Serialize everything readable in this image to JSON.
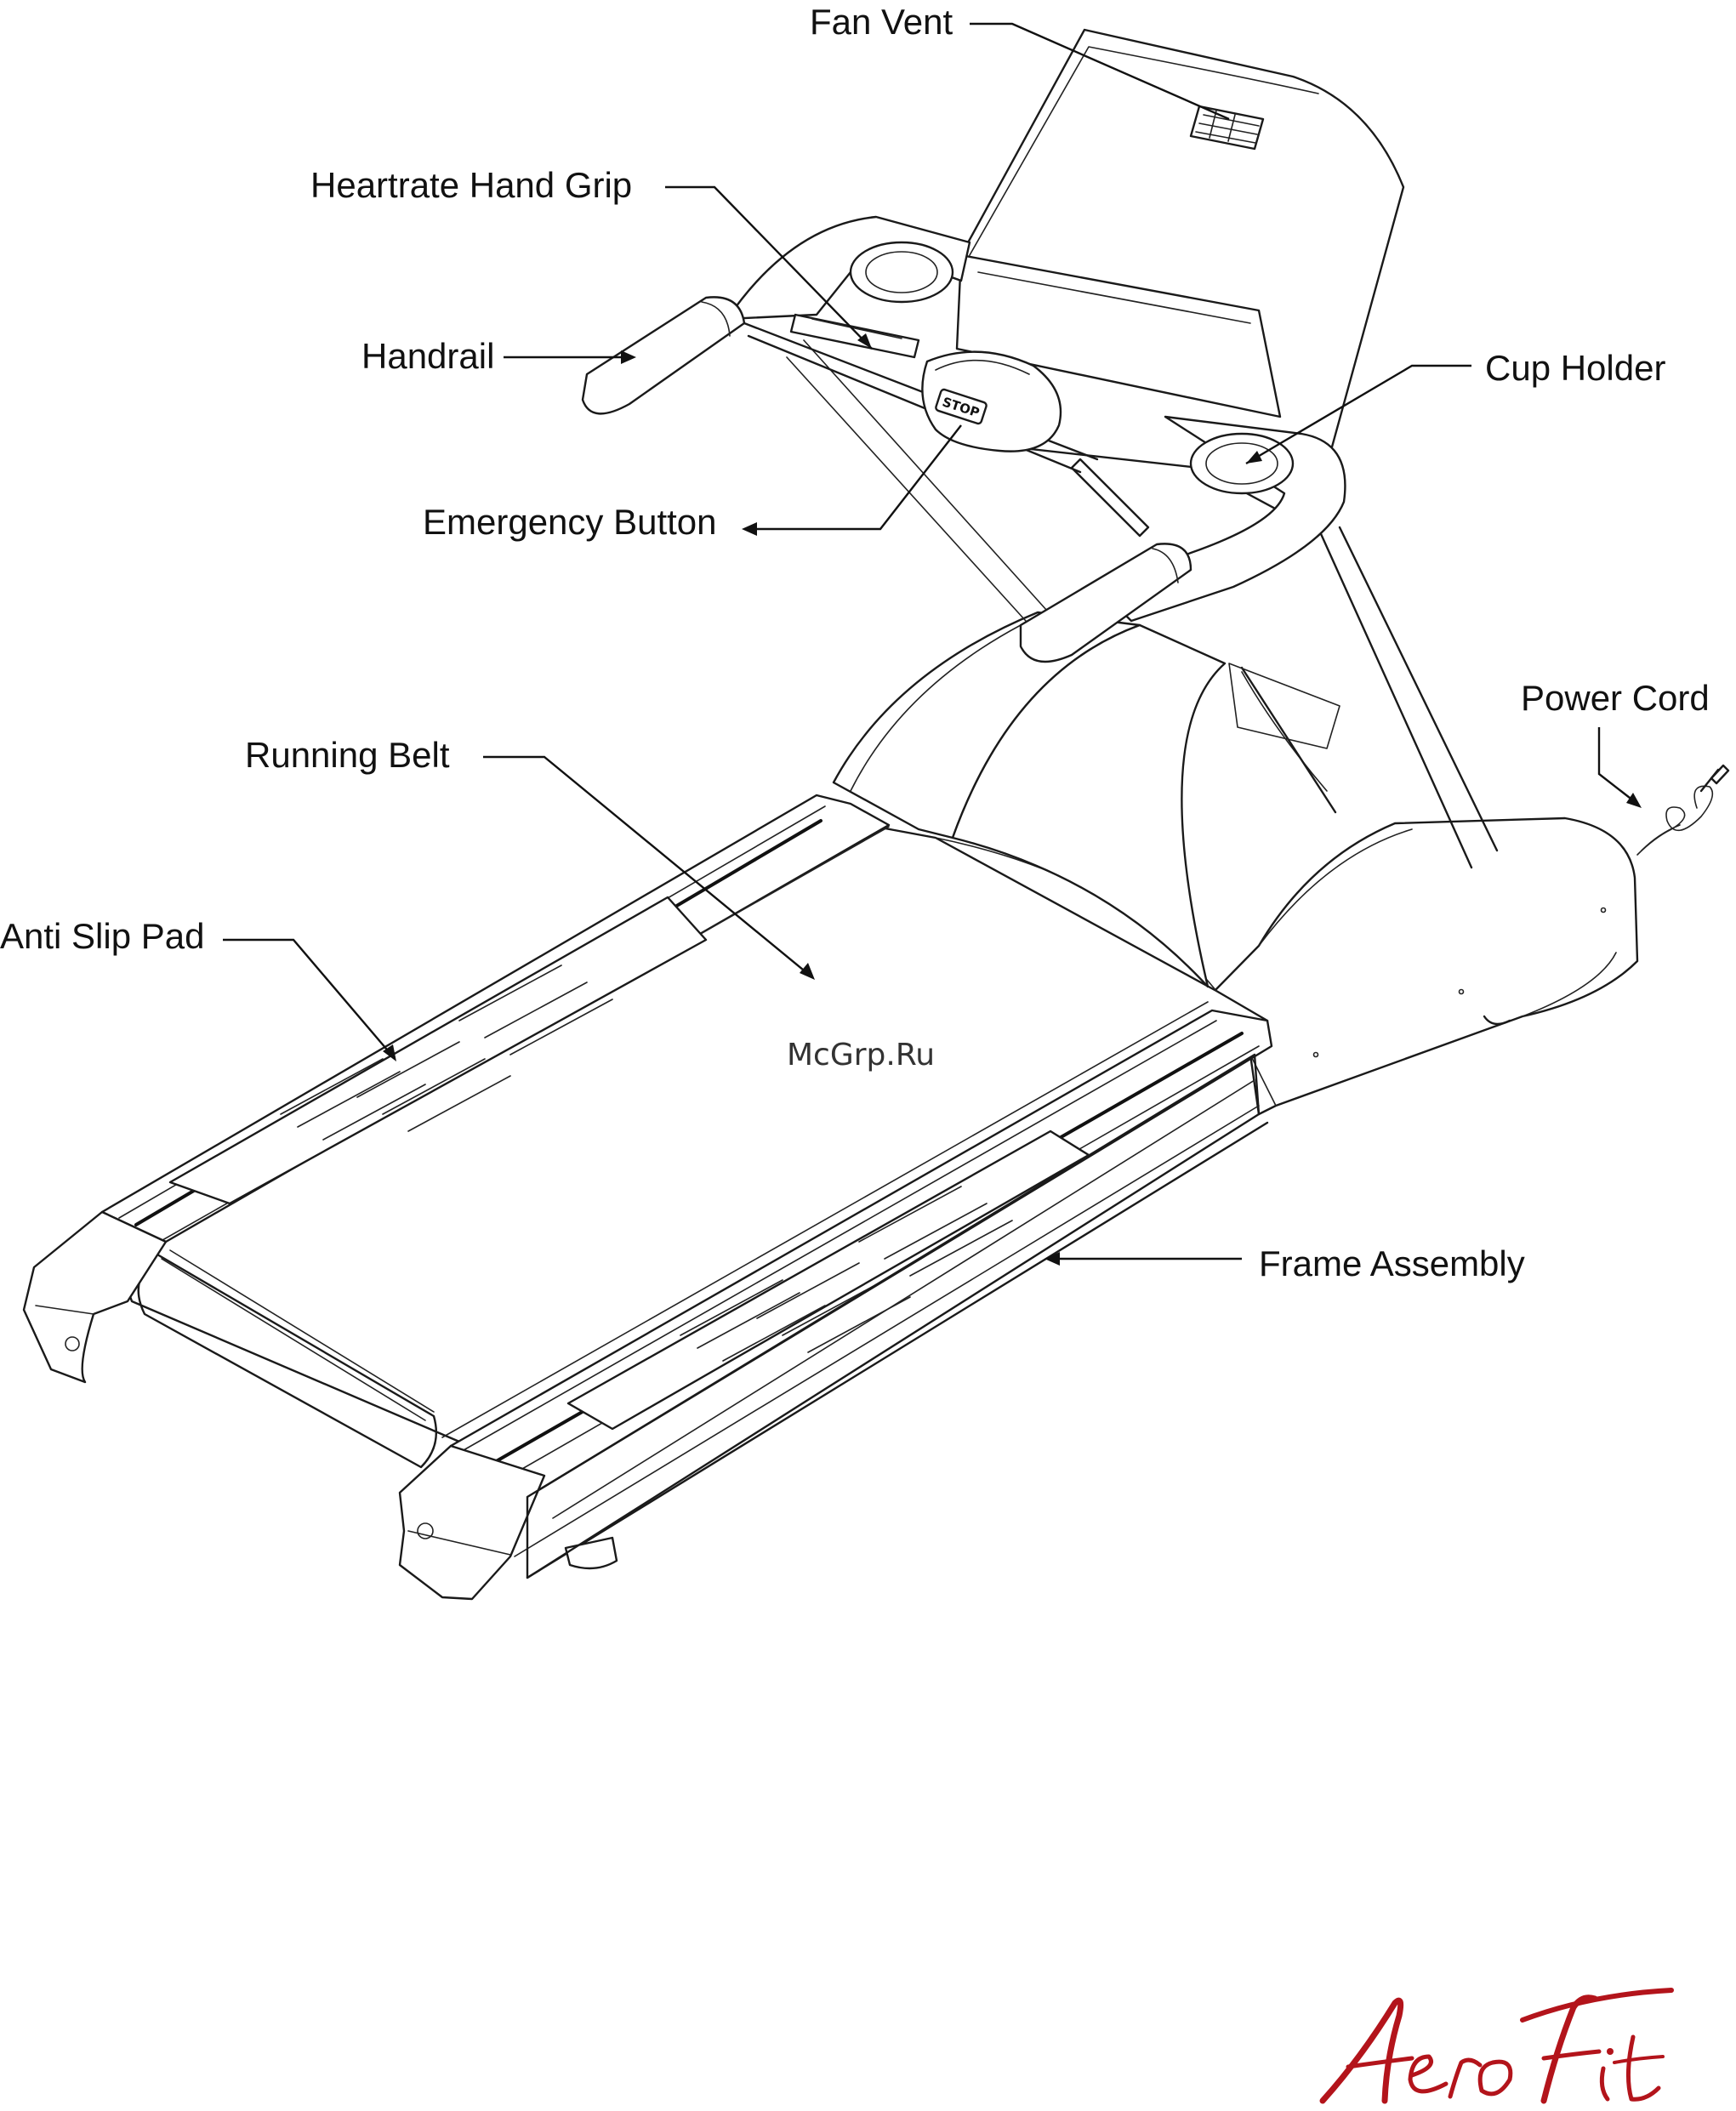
{
  "labels": {
    "fan_vent": "Fan Vent",
    "heartrate_hand_grip": "Heartrate Hand Grip",
    "handrail": "Handrail",
    "cup_holder": "Cup Holder",
    "emergency_button": "Emergency Button",
    "power_cord": "Power Cord",
    "running_belt": "Running Belt",
    "anti_slip_pad": "Anti Slip Pad",
    "frame_assembly": "Frame Assembly"
  },
  "console": {
    "stop_button_text": "STOP"
  },
  "watermark": "McGrp.Ru",
  "logo": {
    "text": "AeroFit",
    "color": "#b3141b"
  }
}
